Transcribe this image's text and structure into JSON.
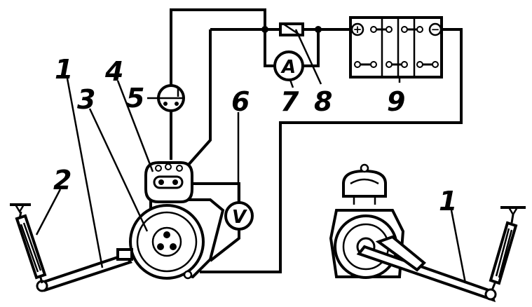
{
  "callouts": {
    "label_1_left": "1",
    "label_1_right": "1",
    "label_2": "2",
    "label_3": "3",
    "label_4": "4",
    "label_5": "5",
    "label_6": "6",
    "label_7": "7",
    "label_8": "8",
    "label_9": "9"
  },
  "meters": {
    "ammeter_symbol": "A",
    "voltmeter_symbol": "V"
  },
  "battery": {
    "plus_symbol": "+",
    "minus_symbol": "−"
  }
}
